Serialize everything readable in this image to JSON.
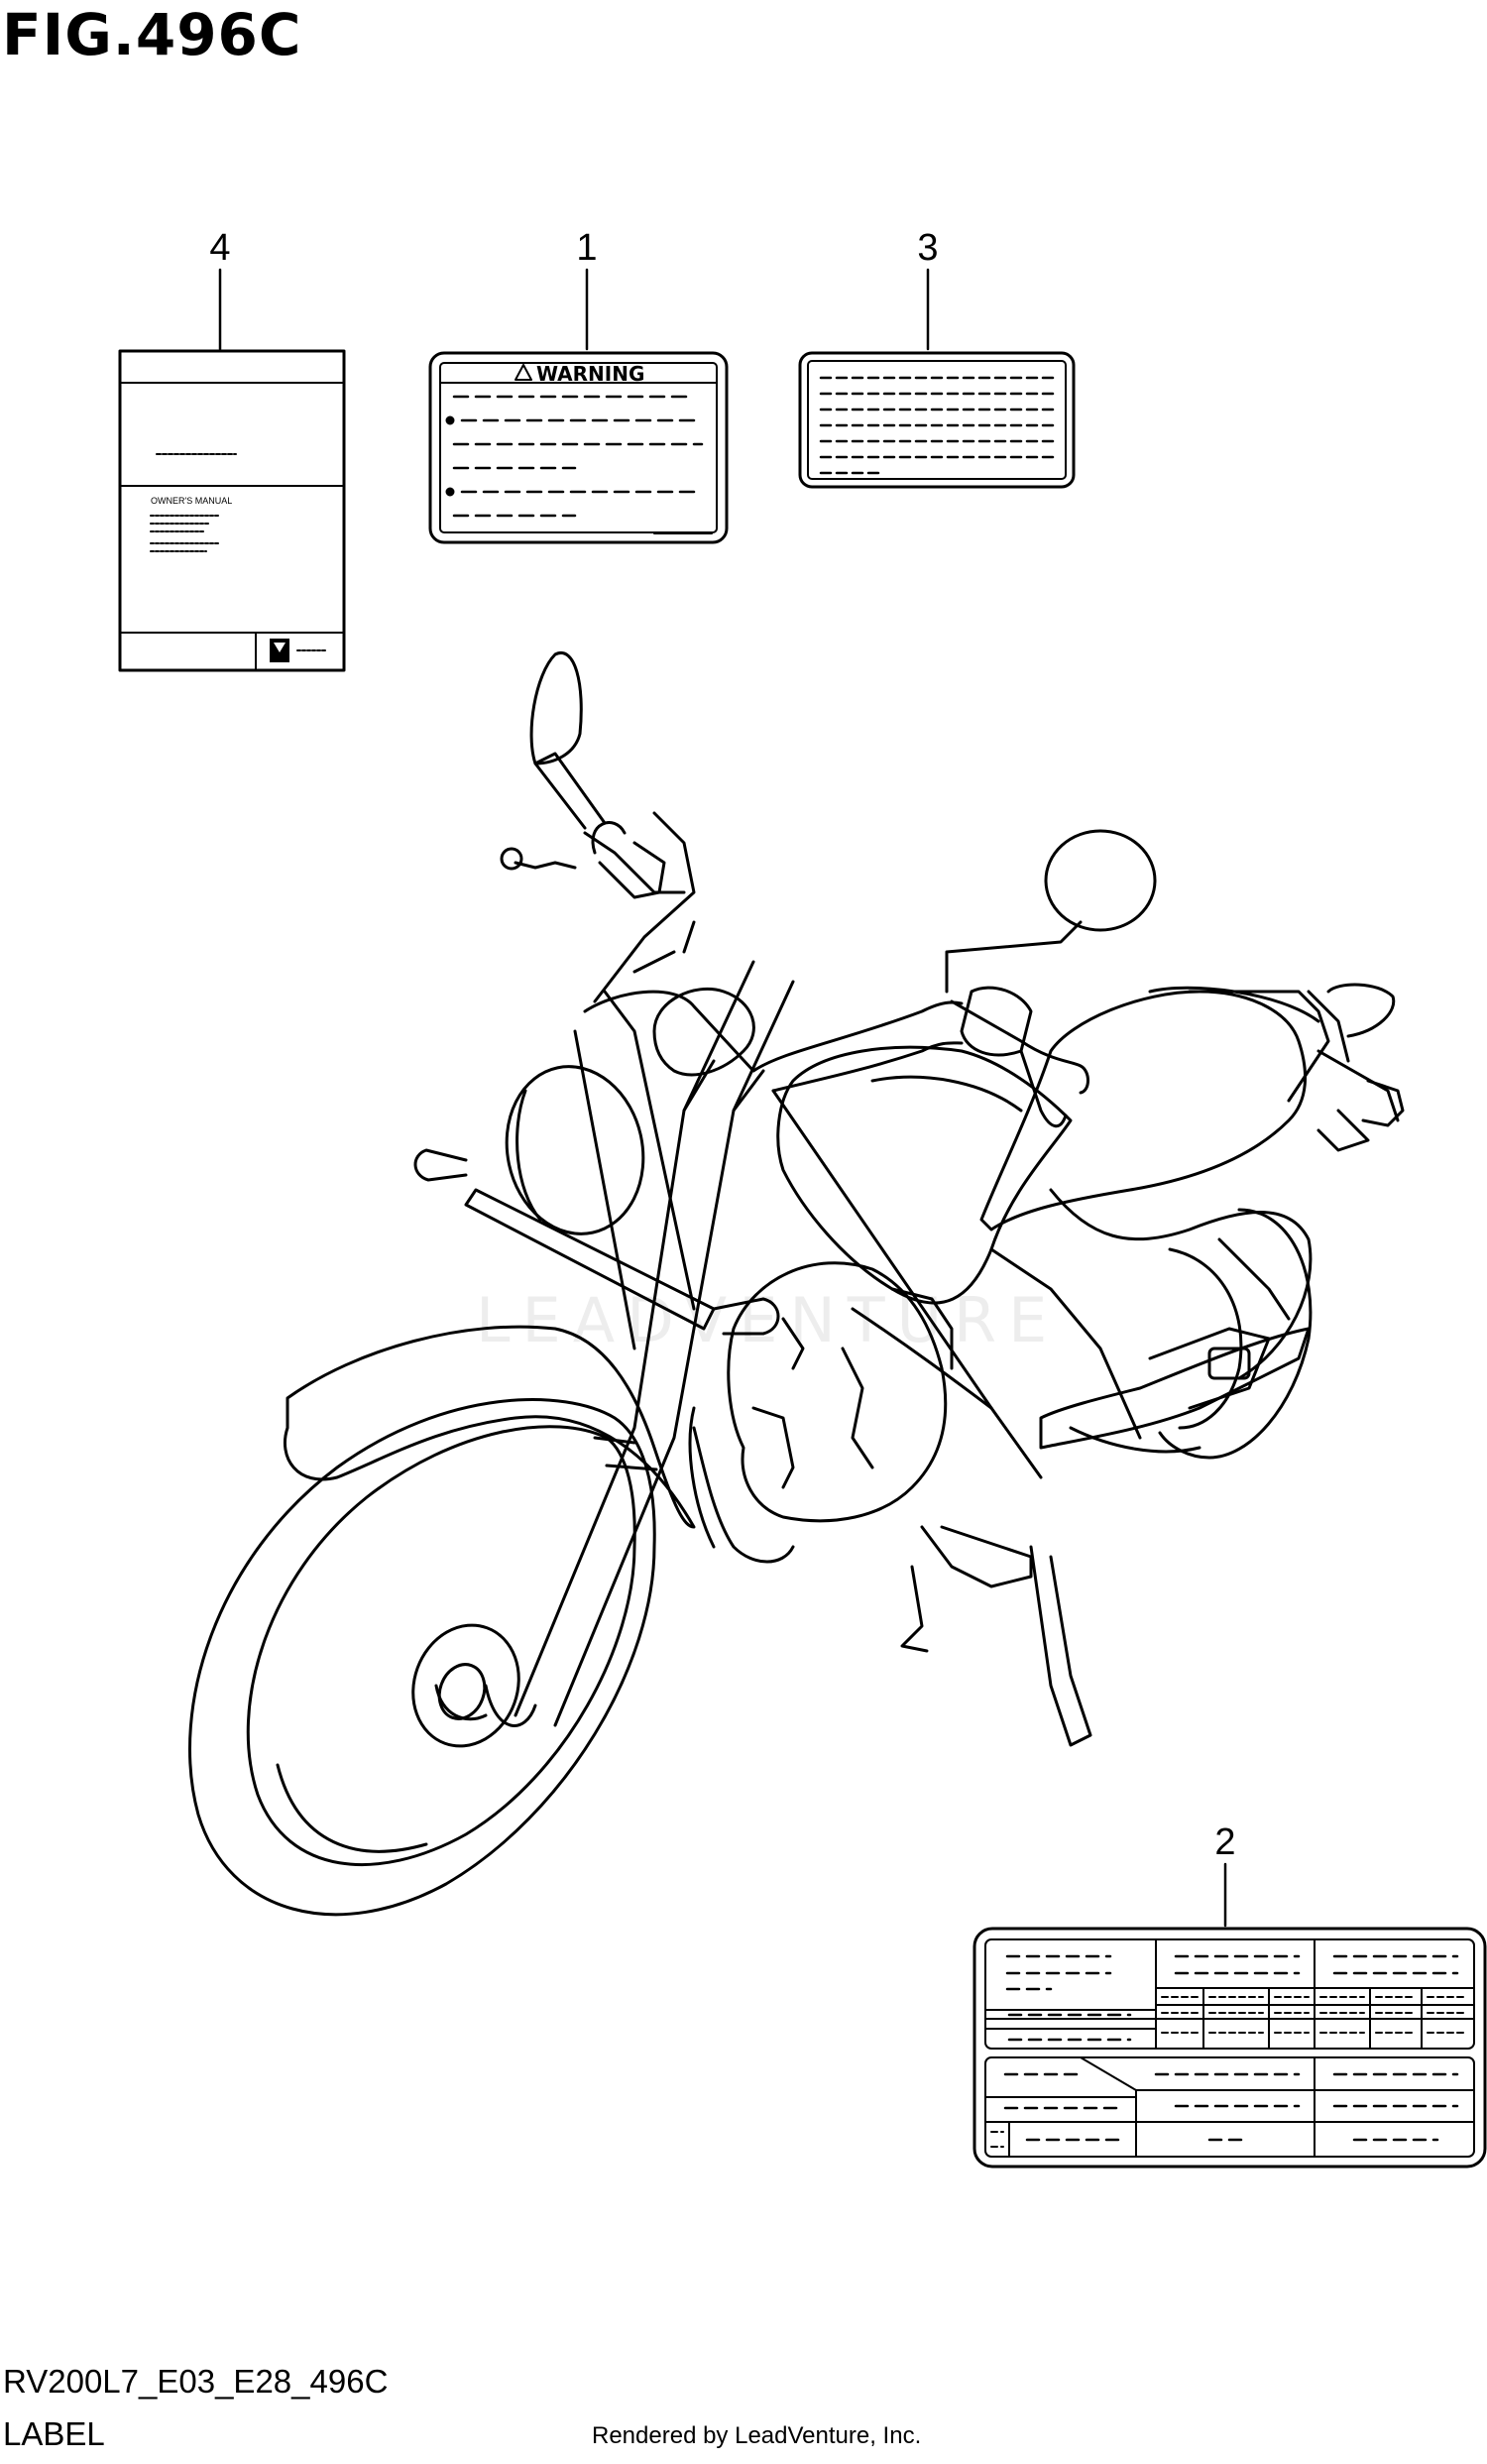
{
  "figure": {
    "title": "FIG.496C",
    "code": "RV200L7_E03_E28_496C",
    "name": "LABEL",
    "credit": "Rendered by LeadVenture, Inc.",
    "watermark": "LEADVENTURE"
  },
  "callouts": [
    {
      "number": "4",
      "part": "owners-manual"
    },
    {
      "number": "1",
      "part": "warning-label"
    },
    {
      "number": "3",
      "part": "info-label"
    },
    {
      "number": "2",
      "part": "spec-label"
    }
  ],
  "labels": {
    "warning_header": "WARNING",
    "manual_title": "OWNER'S MANUAL"
  },
  "colors": {
    "line": "#000000",
    "background": "#ffffff"
  }
}
